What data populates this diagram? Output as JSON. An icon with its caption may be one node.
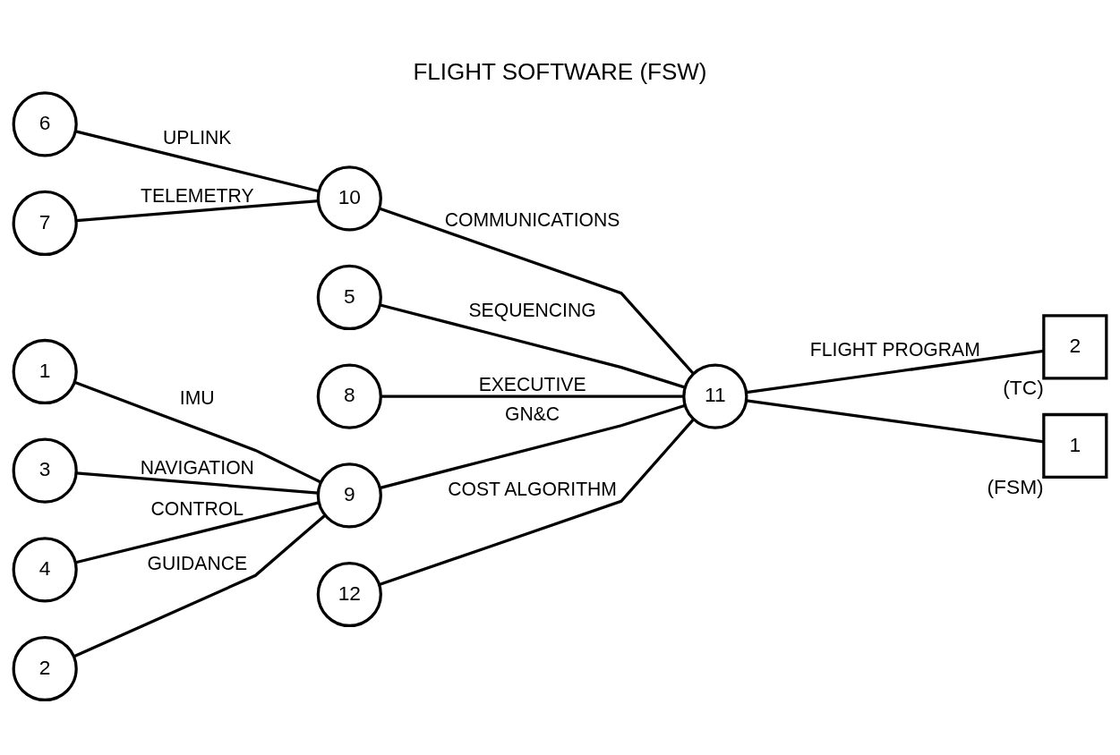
{
  "diagram": {
    "title": "FLIGHT SOFTWARE (FSW)",
    "nodes": [
      {
        "text": [
          "1"
        ]
      },
      {
        "text": [
          "2"
        ]
      },
      {
        "text": [
          "3"
        ]
      },
      {
        "text": [
          "4"
        ]
      },
      {
        "text": [
          "5"
        ]
      },
      {
        "text": [
          "6"
        ]
      },
      {
        "text": [
          "7"
        ]
      },
      {
        "text": [
          "8"
        ]
      },
      {
        "text": [
          "9"
        ]
      },
      {
        "text": [
          "10"
        ]
      },
      {
        "text": [
          "11"
        ]
      },
      {
        "text": [
          "12"
        ]
      },
      {
        "text": [
          "2"
        ],
        "beside": [
          "(TC)"
        ]
      },
      {
        "text": [
          "1"
        ],
        "beside": [
          "(FSM)"
        ]
      }
    ],
    "edges": [
      {
        "from": 0,
        "to": 8,
        "arrow": "none",
        "label": "IMU"
      },
      {
        "from": 1,
        "to": 8,
        "arrow": "none",
        "label": "GUIDANCE"
      },
      {
        "from": 2,
        "to": 8,
        "arrow": "none",
        "label": "NAVIGATION"
      },
      {
        "from": 3,
        "to": 8,
        "arrow": "none",
        "label": "CONTROL"
      },
      {
        "from": 8,
        "to": 10,
        "arrow": "none",
        "label": "GN&C"
      },
      {
        "from": 11,
        "to": 10,
        "arrow": "none",
        "label": "COST ALGORITHM"
      },
      {
        "from": 4,
        "to": 10,
        "arrow": "none",
        "label": "SEQUENCING"
      },
      {
        "from": 5,
        "to": 9,
        "arrow": "none",
        "label": "UPLINK"
      },
      {
        "from": 6,
        "to": 9,
        "arrow": "none",
        "label": "TELEMETRY"
      },
      {
        "from": 9,
        "to": 10,
        "arrow": "none",
        "label": "COMMUNICATIONS"
      },
      {
        "from": 7,
        "to": 10,
        "arrow": "none",
        "label": "EXECUTIVE"
      },
      {
        "from": 10,
        "to": 12,
        "arrow": "none",
        "label": "FLIGHT PROGRAM"
      },
      {
        "from": 10,
        "to": 13,
        "arrow": "none"
      }
    ]
  }
}
